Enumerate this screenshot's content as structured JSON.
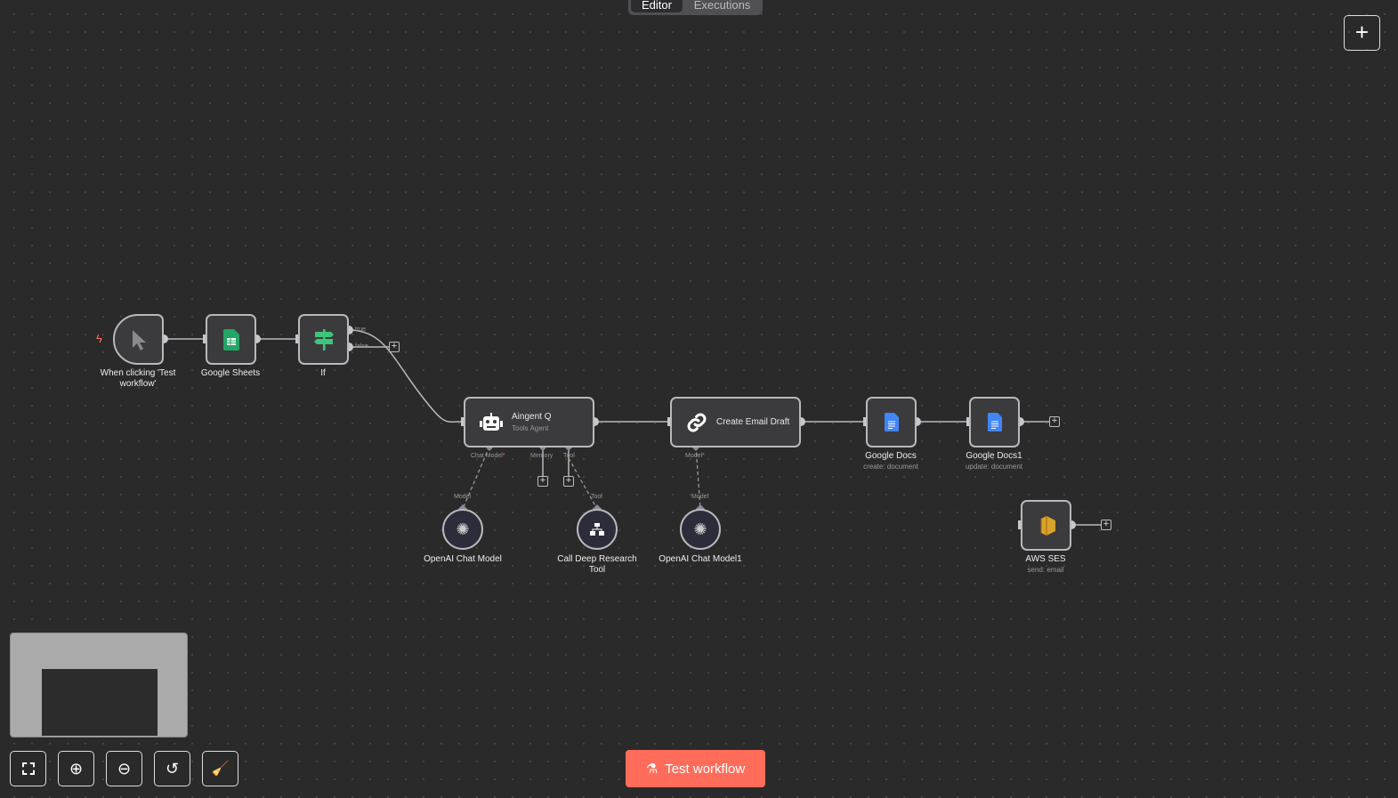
{
  "tabs": [
    {
      "label": "Editor",
      "active": true
    },
    {
      "label": "Executions",
      "active": false
    }
  ],
  "nodes": {
    "trigger": {
      "label": "When clicking 'Test workflow'",
      "icon": "cursor-icon"
    },
    "sheets": {
      "label": "Google Sheets",
      "icon": "google-sheets-icon"
    },
    "if": {
      "label": "If",
      "icon": "signpost-icon",
      "outputs": [
        "true",
        "false"
      ]
    },
    "agent": {
      "label": "Aingent Q",
      "subtitle": "Tools Agent",
      "icon": "robot-icon",
      "handles": [
        "Chat Model",
        "Memory",
        "Tool"
      ]
    },
    "email": {
      "label": "Create Email Draft",
      "icon": "link-icon",
      "handles": [
        "Model"
      ]
    },
    "docs": {
      "label": "Google Docs",
      "subtitle": "create: document",
      "icon": "google-docs-icon"
    },
    "docs1": {
      "label": "Google Docs1",
      "subtitle": "update: document",
      "icon": "google-docs-icon"
    },
    "ses": {
      "label": "AWS SES",
      "subtitle": "send: email",
      "icon": "aws-ses-icon"
    },
    "openai": {
      "label": "OpenAI Chat Model",
      "handle": "Model",
      "icon": "openai-icon"
    },
    "research": {
      "label": "Call Deep Research Tool",
      "handle": "Tool",
      "icon": "workflow-icon"
    },
    "openai1": {
      "label": "OpenAI Chat Model1",
      "handle": "Model",
      "icon": "openai-icon"
    }
  },
  "required_marker": "*",
  "test_button": "Test workflow",
  "colors": {
    "accent": "#ff6d5a",
    "canvas": "#2a2a2a",
    "node": "#3b3b3d"
  }
}
